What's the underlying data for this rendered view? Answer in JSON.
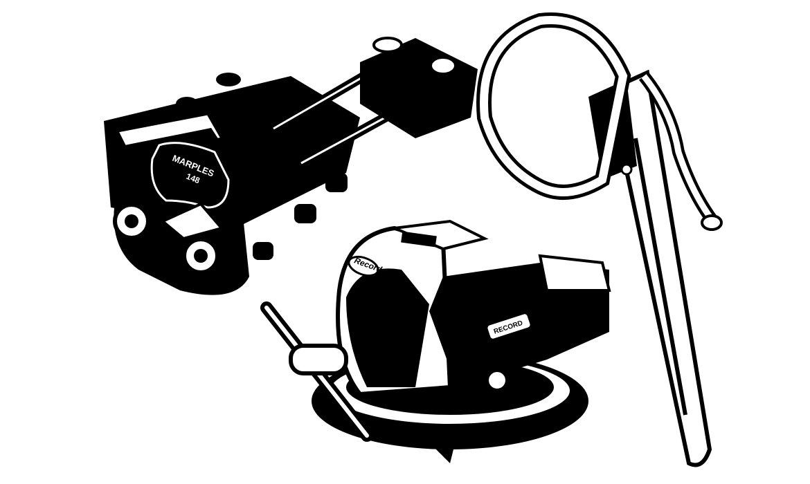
{
  "illustration": {
    "colors": {
      "ink": "#000000",
      "paper": "#ffffff"
    },
    "dowelling_jig": {
      "brand": "MARPLES",
      "model": "148"
    },
    "bench_vise": {
      "brand_badge": "Record",
      "brand_plate": "RECORD"
    },
    "chain_wrench": {}
  }
}
